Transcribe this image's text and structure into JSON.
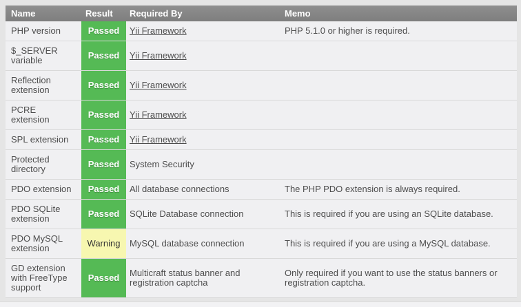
{
  "page": {
    "background": "#e5e5e5",
    "below_table_strip": "#f2f2f4"
  },
  "table": {
    "columns": [
      {
        "label": "Name"
      },
      {
        "label": "Result"
      },
      {
        "label": "Required By"
      },
      {
        "label": "Memo"
      }
    ],
    "colors": {
      "header_bg_top": "#8f8f8f",
      "header_bg_bottom": "#7e7e7e",
      "header_text": "#ffffff",
      "row_bg": "#f0f0f2",
      "row_border": "#d9d9d9",
      "text": "#4d4d4d",
      "passed_bg": "#55ba55",
      "passed_text": "#ffffff",
      "warning_bg": "#f7f7b0",
      "warning_text": "#333333"
    },
    "rows": [
      {
        "name": "PHP version",
        "result": "Passed",
        "required_by": "Yii Framework",
        "required_by_link": true,
        "memo": "PHP 5.1.0 or higher is required."
      },
      {
        "name": "$_SERVER variable",
        "result": "Passed",
        "required_by": "Yii Framework",
        "required_by_link": true,
        "memo": ""
      },
      {
        "name": "Reflection extension",
        "result": "Passed",
        "required_by": "Yii Framework",
        "required_by_link": true,
        "memo": ""
      },
      {
        "name": "PCRE extension",
        "result": "Passed",
        "required_by": "Yii Framework",
        "required_by_link": true,
        "memo": ""
      },
      {
        "name": "SPL extension",
        "result": "Passed",
        "required_by": "Yii Framework",
        "required_by_link": true,
        "memo": ""
      },
      {
        "name": "Protected directory",
        "result": "Passed",
        "required_by": "System Security",
        "required_by_link": false,
        "memo": ""
      },
      {
        "name": "PDO extension",
        "result": "Passed",
        "required_by": "All database connections",
        "required_by_link": false,
        "memo": "The PHP PDO extension is always required."
      },
      {
        "name": "PDO SQLite extension",
        "result": "Passed",
        "required_by": "SQLite Database connection",
        "required_by_link": false,
        "memo": "This is required if you are using an SQLite database."
      },
      {
        "name": "PDO MySQL extension",
        "result": "Warning",
        "required_by": "MySQL database connection",
        "required_by_link": false,
        "memo": "This is required if you are using a MySQL database."
      },
      {
        "name": "GD extension with FreeType support",
        "result": "Passed",
        "required_by": "Multicraft status banner and registration captcha",
        "required_by_link": false,
        "memo": "Only required if you want to use the status banners or registration captcha."
      }
    ]
  }
}
